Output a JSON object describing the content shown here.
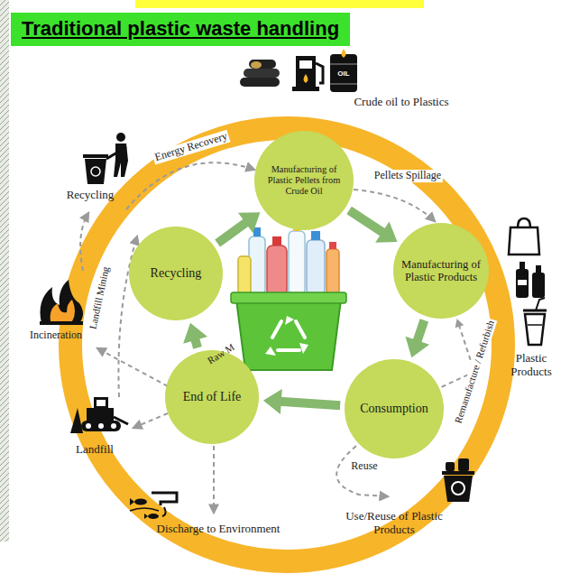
{
  "diagram": {
    "title": "Traditional plastic waste handling",
    "nodes": [
      {
        "text": [
          "Traditional plastic waste handling"
        ]
      },
      {
        "text": [
          "Manufacturing of Plastic Pellets from Crude Oil"
        ]
      },
      {
        "text": [
          "Manufacturing of Plastic Products"
        ]
      },
      {
        "text": [
          "Consumption"
        ]
      },
      {
        "text": [
          "End of Life"
        ]
      },
      {
        "text": [
          "Recycling"
        ]
      }
    ],
    "edges": [
      {
        "from": 1,
        "to": 2,
        "arrow": "to"
      },
      {
        "from": 2,
        "to": 3,
        "arrow": "to"
      },
      {
        "from": 3,
        "to": 4,
        "arrow": "to"
      },
      {
        "from": 4,
        "to": 5,
        "arrow": "to"
      },
      {
        "from": 5,
        "to": 1,
        "arrow": "to"
      },
      {
        "from": 3,
        "to": 2,
        "label": "Remanufacture / Refurbish",
        "arrow": "to"
      }
    ],
    "labels": [
      "Crude oil to Plastics",
      "Plastic Products",
      "Use/Reuse of Plastic Products",
      "Discharge to Environment",
      "Landfill",
      "Incineration",
      "Recycling",
      "Energy Recovery",
      "Pellets Spillage",
      "Reuse",
      "Landfill Mining",
      "Raw M",
      "OIL"
    ]
  }
}
